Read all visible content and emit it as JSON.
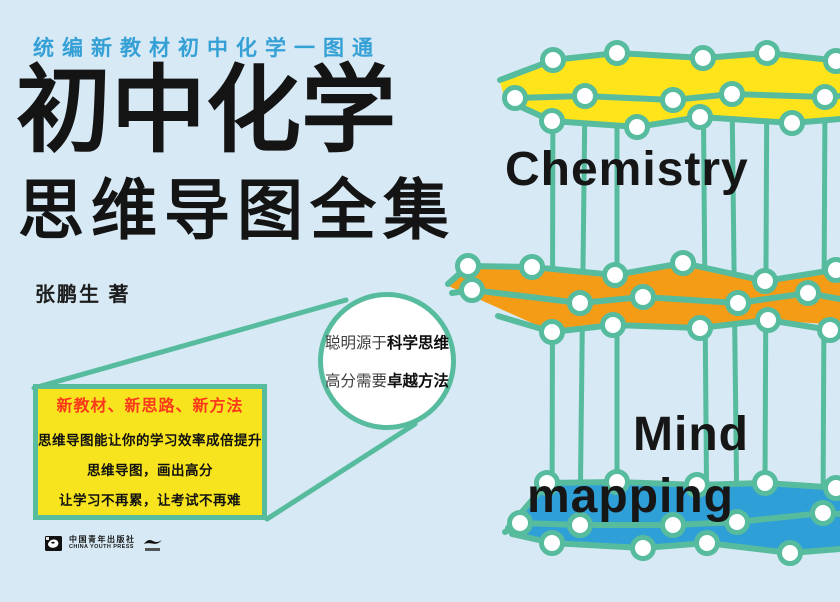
{
  "cover": {
    "tagline": "统编新教材初中化学一图通",
    "title_line1": "初中化学",
    "title_line2": "思维导图全集",
    "author": "张鹏生 著",
    "english_word_1": "Chemistry",
    "english_word_2": "Mind",
    "english_word_3": "mapping"
  },
  "callout_circle": {
    "line1_regular": "聪明源于",
    "line1_bold": "科学思维",
    "line2_regular": "高分需要",
    "line2_bold": "卓越方法"
  },
  "highlight_box": {
    "headline": "新教材、新思路、新方法",
    "line1": "思维导图能让你的学习效率成倍提升",
    "line2": "思维导图，画出高分",
    "line3": "让学习不再累，让考试不再难"
  },
  "publisher": {
    "name_cn": "中国青年出版社",
    "name_en": "CHINA YOUTH PRESS"
  },
  "icons": {
    "publisher_logo": "china-youth-press-panda-icon",
    "brand_mark": "brand-swoosh-icon"
  },
  "colors": {
    "background": "#d6e9f5",
    "teal": "#57bb9e",
    "yellow": "#ffe41c",
    "orange": "#f59c16",
    "blue_band": "#2f9fd8",
    "box_yellow": "#f7e41f",
    "headline_red": "#fb3a1c",
    "tagline_blue": "#35a0d6",
    "ink": "#141414"
  }
}
